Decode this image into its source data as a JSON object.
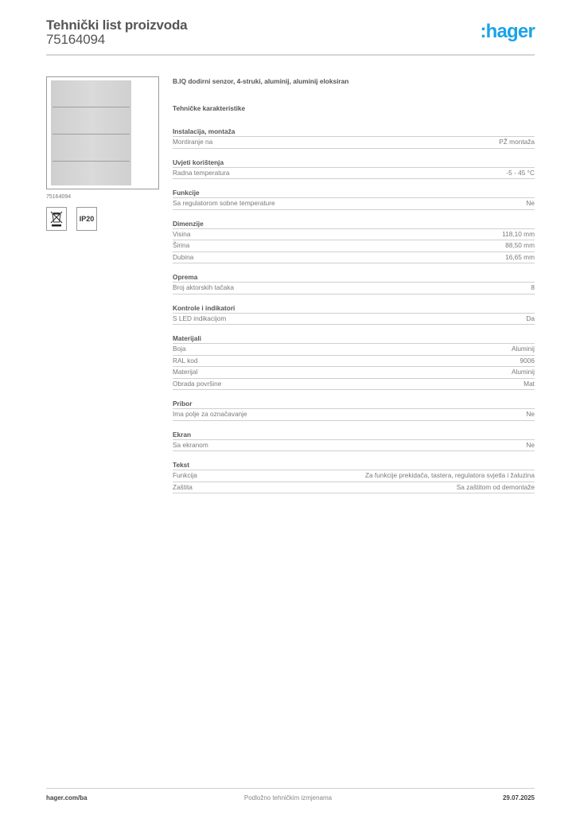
{
  "header": {
    "title": "Tehnički list proizvoda",
    "product_number": "75164094",
    "logo_text": ":hager",
    "logo_color": "#1aa3e8"
  },
  "product": {
    "image_alt": "product-image-4-gang-touch-sensor",
    "image_caption": "75164094",
    "badges": [
      {
        "icon": "weee-crossed-bin-icon",
        "label": ""
      },
      {
        "icon": "ip-rating-icon",
        "label": "IP20"
      }
    ],
    "name": "B.IQ dodirni senzor, 4-struki, aluminij, aluminij eloksiran"
  },
  "specs": {
    "heading": "Tehničke karakteristike",
    "groups": [
      {
        "title": "Instalacija, montaža",
        "rows": [
          {
            "label": "Montiranje na",
            "value": "PŽ montaža"
          }
        ]
      },
      {
        "title": "Uvjeti korištenja",
        "rows": [
          {
            "label": "Radna temperatura",
            "value": "-5 - 45 °C"
          }
        ]
      },
      {
        "title": "Funkcije",
        "rows": [
          {
            "label": "Sa regulatorom sobne temperature",
            "value": "Ne"
          }
        ]
      },
      {
        "title": "Dimenzije",
        "rows": [
          {
            "label": "Visina",
            "value": "118,10 mm"
          },
          {
            "label": "Širina",
            "value": "88,50 mm"
          },
          {
            "label": "Dubina",
            "value": "16,65 mm"
          }
        ]
      },
      {
        "title": "Oprema",
        "rows": [
          {
            "label": "Broj aktorskih tačaka",
            "value": "8"
          }
        ]
      },
      {
        "title": "Kontrole i indikatori",
        "rows": [
          {
            "label": "S LED indikacijom",
            "value": "Da"
          }
        ]
      },
      {
        "title": "Materijali",
        "rows": [
          {
            "label": "Boja",
            "value": "Aluminij"
          },
          {
            "label": "RAL kod",
            "value": "9006"
          },
          {
            "label": "Materijal",
            "value": "Aluminij"
          },
          {
            "label": "Obrada površine",
            "value": "Mat"
          }
        ]
      },
      {
        "title": "Pribor",
        "rows": [
          {
            "label": "Ima polje za označavanje",
            "value": "Ne"
          }
        ]
      },
      {
        "title": "Ekran",
        "rows": [
          {
            "label": "Sa ekranom",
            "value": "Ne"
          }
        ]
      },
      {
        "title": "Tekst",
        "rows": [
          {
            "label": "Funkcija",
            "value": "Za funkcije prekidača, tastera, regulatora svjetla i žaluzina"
          },
          {
            "label": "Zaštita",
            "value": "Sa zaštitom od demontaže"
          }
        ]
      }
    ]
  },
  "footer": {
    "website": "hager.com/ba",
    "note": "Podložno tehničkim izmjenama",
    "date": "29.07.2025"
  }
}
